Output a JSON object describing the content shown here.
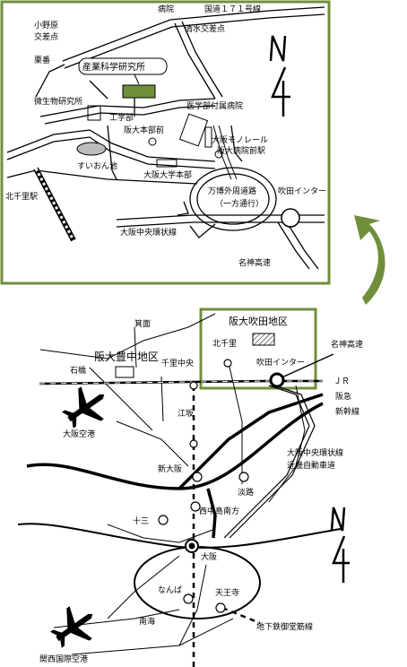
{
  "colors": {
    "frame": "#6f8f3a",
    "accent": "#6f8f3a",
    "arrow": "#6f8f3a",
    "ink": "#000000"
  },
  "detail_map": {
    "hospital": "病院",
    "route171": "国道１７１号線",
    "onohara": "小野原",
    "onohara2": "交差点",
    "shimizu": "清水交差点",
    "tsukagou": "栗番",
    "institute": "産業科学研究所",
    "biken": "微生物研究所",
    "hospital_attached": "医学部付属病院",
    "engineering": "工学部",
    "handai_mae": "阪大本部前",
    "monorail": "大阪モノレール",
    "monorail2": "阪大病院前駅",
    "suionike": "すいおん池",
    "medical_school": "大阪大学本部",
    "kitasenri_station": "北千里駅",
    "expo_road": "万博外周道路",
    "expo_road2": "（一方通行）",
    "suita_ic": "吹田インター",
    "chuo_line": "大阪中央環状線",
    "meishin": "名神高速",
    "north": "N"
  },
  "overview_map": {
    "minoh": "箕面",
    "toyonaka_area": "阪大豊中地区",
    "ishibashi": "石橋",
    "senri_chuo": "千里中央",
    "suita_area": "阪大吹田地区",
    "kitasenri": "北千里",
    "suita_ic": "吹田インター",
    "meishin": "名神高速",
    "jr": "ＪＲ",
    "hankyu": "阪急",
    "shinkansen": "新幹線",
    "osaka_airport": "大阪空港",
    "esaka": "江坂",
    "shin_osaka": "新大阪",
    "chuo_ring": "大阪中央環状線",
    "kinki_exp": "近畿自動車道",
    "awaji": "淡路",
    "nishinakajima": "西中島南方",
    "juso": "十三",
    "osaka": "大阪",
    "namba": "なんば",
    "tennoji": "天王寺",
    "nankai": "南海",
    "midosuji": "地下鉄御堂筋線",
    "kansai_airport": "関西国際空港",
    "north": "N"
  }
}
